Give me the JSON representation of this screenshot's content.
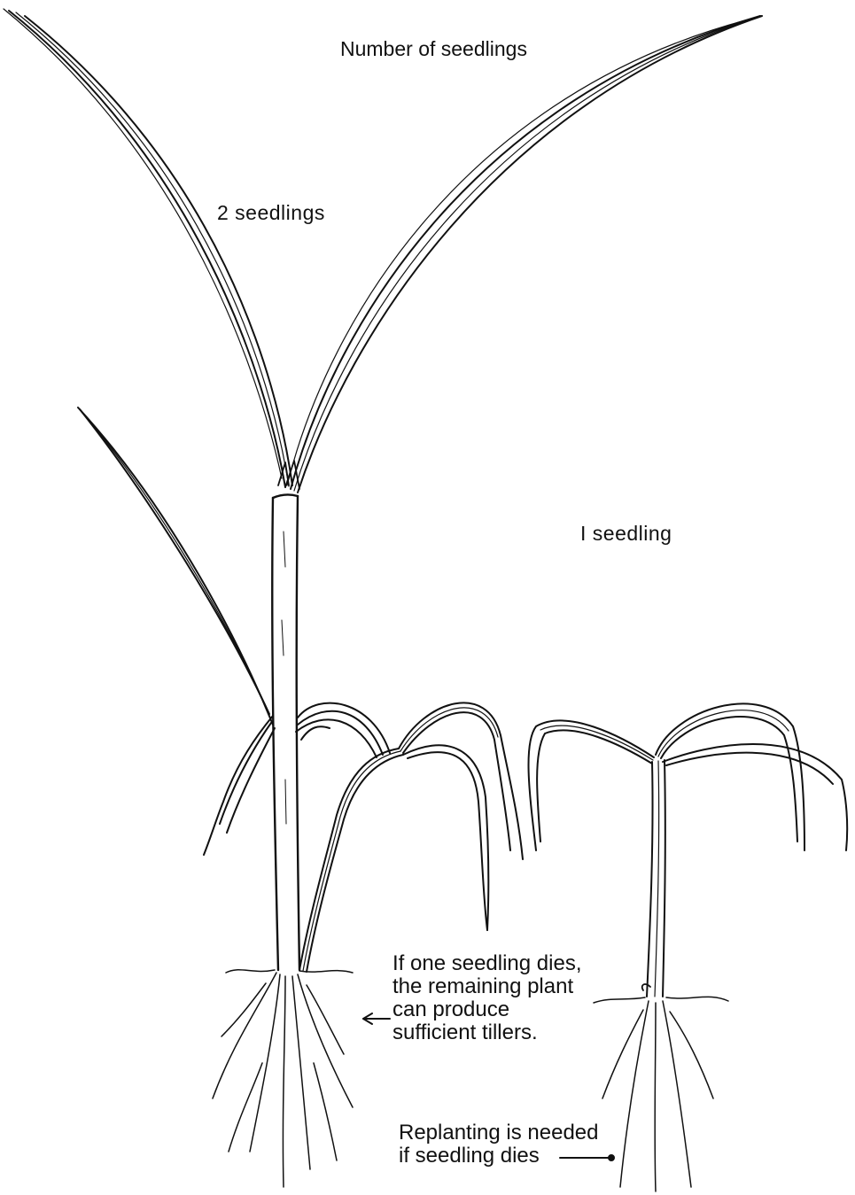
{
  "figure": {
    "title": "Number of seedlings",
    "label_two_seedlings": "2 seedlings",
    "label_one_seedling": "I seedling",
    "note_survive": "If one seedling dies,\nthe remaining plant\ncan produce\nsufficient tillers.",
    "note_replant": "Replanting is needed\nif seedling dies"
  },
  "colors": {
    "ink": "#111111",
    "background": "#ffffff"
  }
}
